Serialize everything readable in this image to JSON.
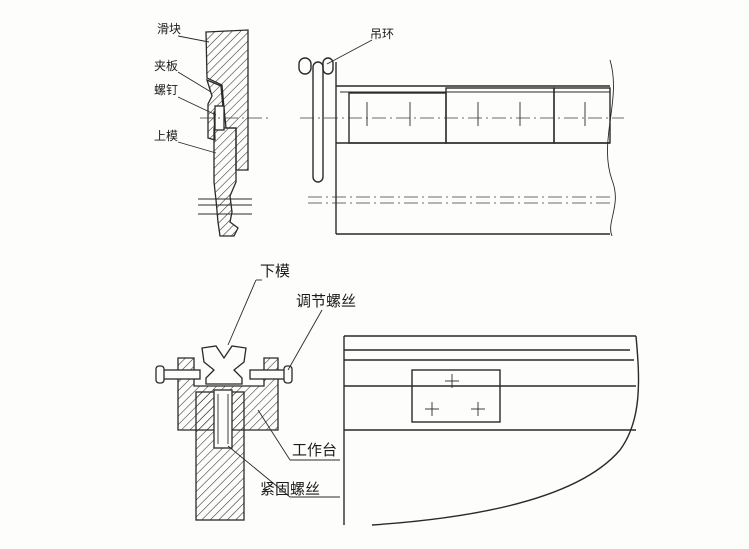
{
  "labels": {
    "slider": "滑块",
    "clamp_plate": "夹板",
    "screw": "螺钉",
    "upper_die": "上模",
    "lifting_ring": "吊环",
    "lower_die": "下模",
    "adjusting_screw": "调节螺丝",
    "worktable": "工作台",
    "fastening_screw": "紧固螺丝"
  }
}
